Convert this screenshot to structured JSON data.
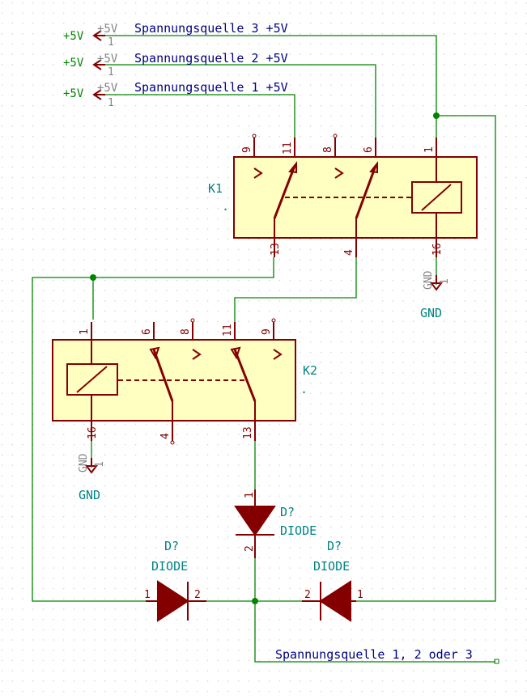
{
  "colors": {
    "background": "#ffffff",
    "grid": "#c8c8c8",
    "wire": "#008400",
    "component": "#840000",
    "component_fill": "#ffffc2",
    "net_label": "#000080",
    "reference": "#008484",
    "hidden_text": "#848484"
  },
  "power": {
    "label": "+5V",
    "pin_name": "+5V",
    "pin_num": "1",
    "gnd_label": "GND",
    "gnd_pin_name": "GND",
    "gnd_pin_num": "1"
  },
  "sources": [
    {
      "label": "Spannungsquelle 3 +5V"
    },
    {
      "label": "Spannungsquelle 2 +5V"
    },
    {
      "label": "Spannungsquelle 1 +5V"
    }
  ],
  "relays": {
    "k1": {
      "ref": "K1",
      "value": ".",
      "top_pins": [
        "9",
        "11",
        "8",
        "6",
        "1"
      ],
      "bottom_pins": [
        "13",
        "4",
        "16"
      ]
    },
    "k2": {
      "ref": "K2",
      "value": ".",
      "top_pins": [
        "1",
        "6",
        "8",
        "11",
        "9"
      ],
      "bottom_pins": [
        "16",
        "4",
        "13"
      ]
    }
  },
  "diodes": {
    "ref": "D?",
    "value": "DIODE",
    "pin1": "1",
    "pin2": "2"
  },
  "output_label": "Spannungsquelle 1, 2 oder 3"
}
